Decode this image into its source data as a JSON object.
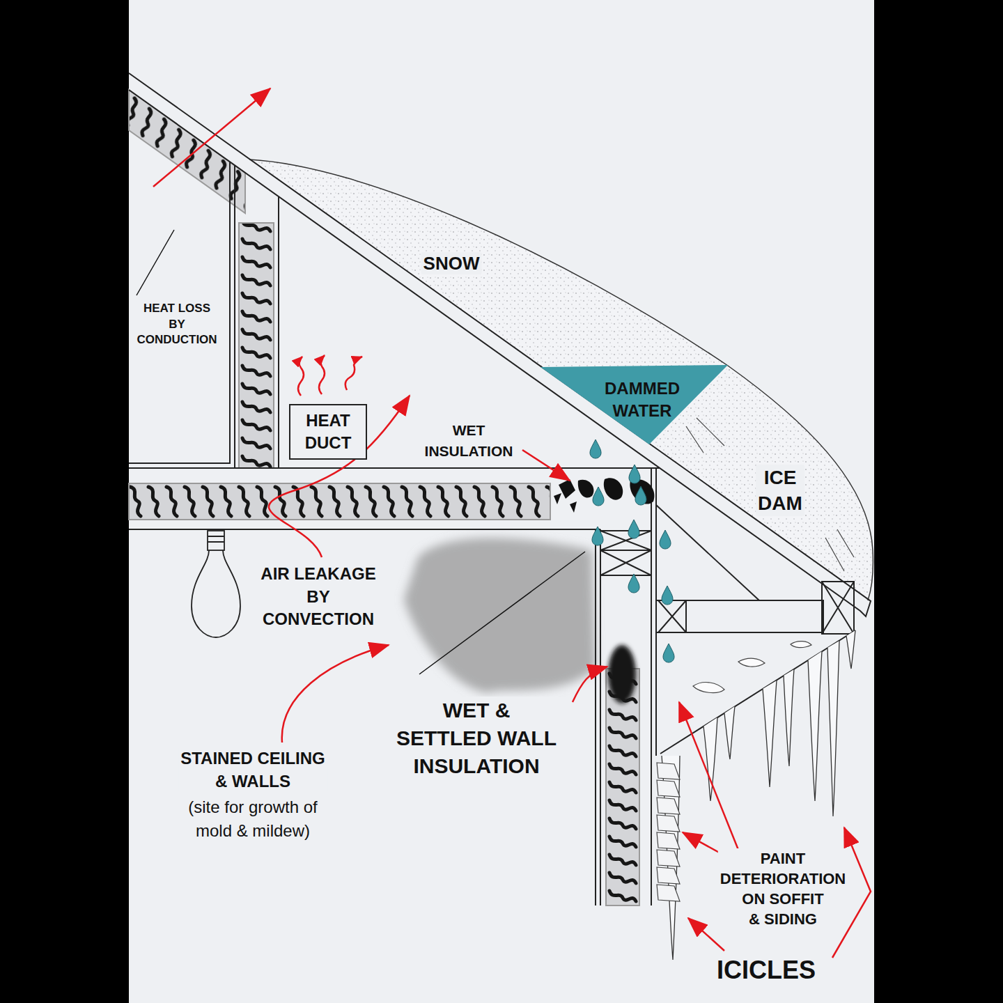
{
  "diagram": {
    "nodes": [
      {
        "text": [
          "DAMMED WATER"
        ]
      },
      {
        "text": [
          "HEAT DUCT"
        ]
      }
    ],
    "labels": [
      "SNOW",
      "HEAT LOSS BY CONDUCTION",
      "WET INSULATION",
      "ICE DAM",
      "AIR LEAKAGE BY CONVECTION",
      "STAINED CEILING & WALLS",
      "(site for growth of mold & mildew)",
      "WET & SETTLED WALL INSULATION",
      "PAINT DETERIORATION ON SOFFIT & SIDING",
      "ICICLES"
    ]
  }
}
